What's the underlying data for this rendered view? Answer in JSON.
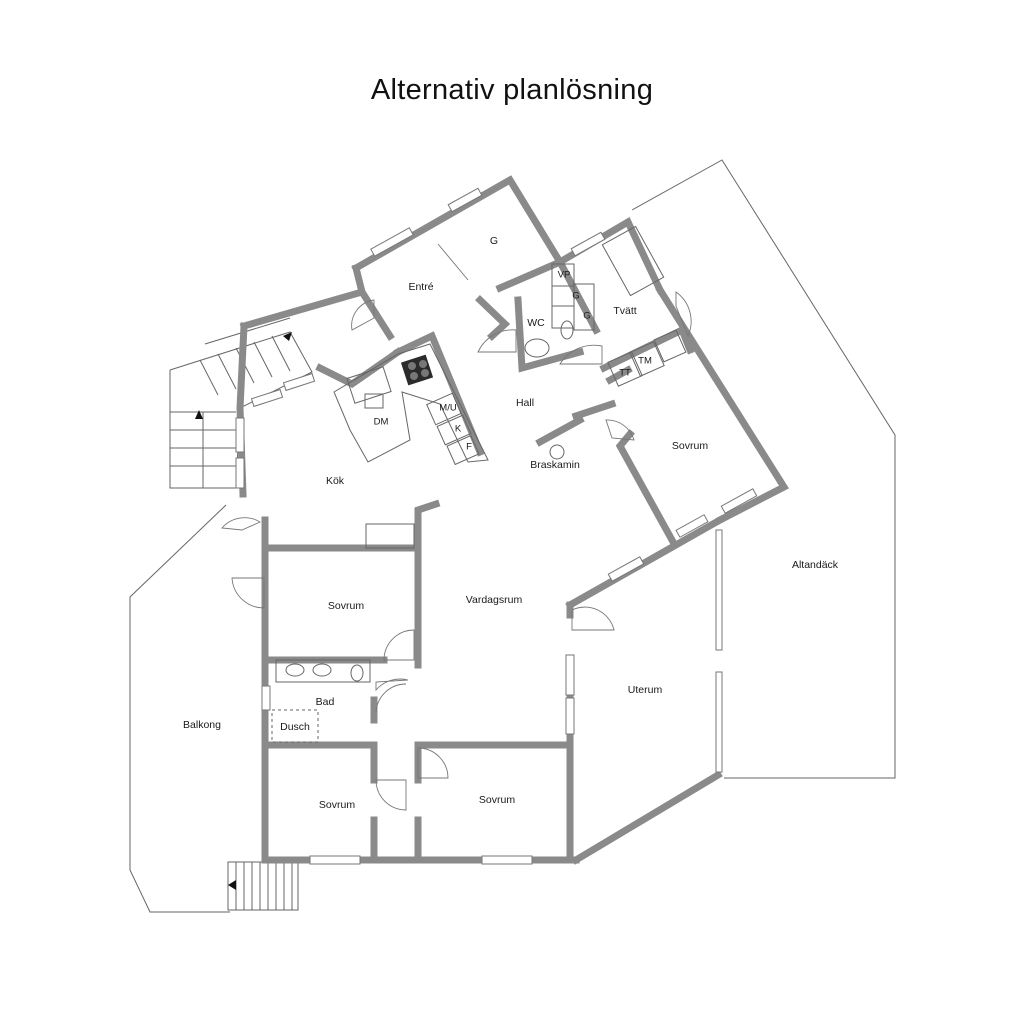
{
  "title": "Alternativ planlösning",
  "rooms": {
    "entre": "Entré",
    "g_top": "G",
    "vp": "VP",
    "g1": "G",
    "g2": "G",
    "wc": "WC",
    "tvatt": "Tvätt",
    "tt": "TT",
    "tm": "TM",
    "hall": "Hall",
    "braskamin": "Braskamin",
    "sovrum_ne": "Sovrum",
    "kok": "Kök",
    "dm": "DM",
    "mu": "M/U",
    "k": "K",
    "f": "F",
    "altandack": "Altandäck",
    "sovrum_w": "Sovrum",
    "vardagsrum": "Vardagsrum",
    "uterum": "Uterum",
    "bad": "Bad",
    "dusch": "Dusch",
    "balkong": "Balkong",
    "sovrum_sw": "Sovrum",
    "sovrum_s": "Sovrum"
  }
}
